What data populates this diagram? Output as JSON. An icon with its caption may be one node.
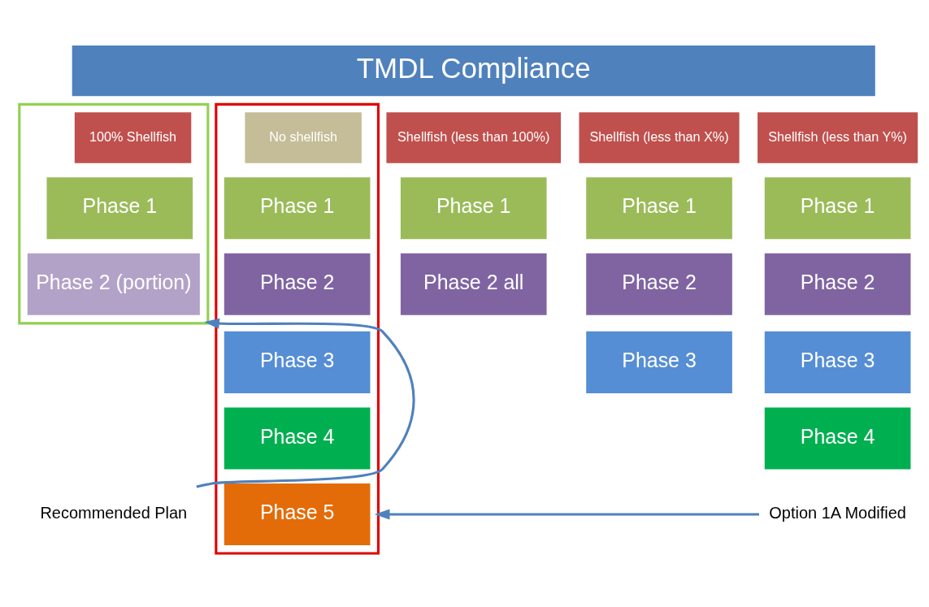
{
  "diagram": {
    "nodes": [
      {
        "text": [
          "TMDL Compliance"
        ]
      },
      {
        "text": [],
        "shape": "box"
      },
      {
        "text": [
          "100% Shellfish"
        ],
        "in": 1
      },
      {
        "text": [
          "Phase 1"
        ],
        "in": 1
      },
      {
        "text": [
          "Phase 2 (portion)"
        ],
        "in": 1
      },
      {
        "text": [
          "Shellfish (less than 100%)"
        ]
      },
      {
        "text": [
          "Phase 1"
        ]
      },
      {
        "text": [
          "Phase 2 all"
        ]
      },
      {
        "text": [
          "Shellfish (less than X%)"
        ]
      },
      {
        "text": [
          "Phase 1"
        ]
      },
      {
        "text": [
          "Phase 2"
        ]
      },
      {
        "text": [
          "Phase 3"
        ]
      },
      {
        "text": [
          "Shellfish (less than Y%)"
        ]
      },
      {
        "text": [
          "Phase 1"
        ]
      },
      {
        "text": [
          "Phase 2"
        ]
      },
      {
        "text": [
          "Phase 3"
        ]
      },
      {
        "text": [
          "Phase 4"
        ]
      },
      {
        "text": [],
        "shape": "box"
      },
      {
        "text": [
          "No shellfish"
        ],
        "in": 17
      },
      {
        "text": [
          "Phase 1"
        ],
        "in": 17
      },
      {
        "text": [
          "Phase 2"
        ],
        "in": 17
      },
      {
        "text": [
          "Phase 3"
        ],
        "in": 17
      },
      {
        "text": [
          "Phase 4"
        ],
        "in": 17
      },
      {
        "text": [
          "Phase 5"
        ],
        "in": 17
      },
      {
        "text": [
          "Recommended Plan"
        ]
      },
      {
        "text": [
          "Option 1A Modified"
        ]
      }
    ],
    "edges": [
      {
        "from": 24,
        "to": 1,
        "arrow": "to"
      },
      {
        "from": 25,
        "to": 17,
        "arrow": "to"
      }
    ]
  }
}
